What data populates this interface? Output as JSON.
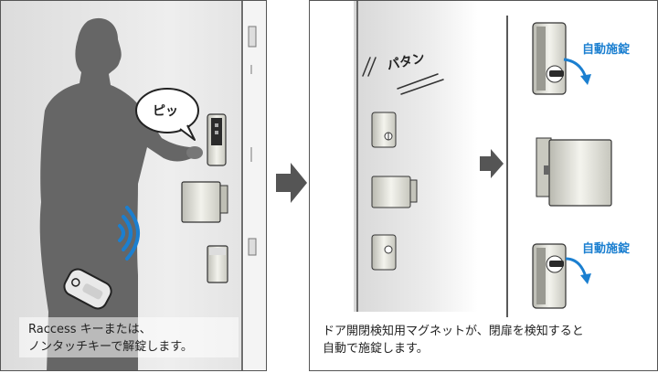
{
  "left_panel": {
    "bubble_text": "ピッ",
    "caption_line1": "Raccess キーまたは、",
    "caption_line2": "ノンタッチキーで解錠します。"
  },
  "right_panel": {
    "sound_effect": "パタン",
    "auto_lock_label_1": "自動施錠",
    "auto_lock_label_2": "自動施錠",
    "caption_line1": "ドア開閉検知用マグネットが、閉扉を検知すると",
    "caption_line2": "自動で施錠します。"
  },
  "colors": {
    "accent_blue": "#1b7fd0",
    "arrow_gray": "#555555",
    "silhouette": "#666666"
  }
}
